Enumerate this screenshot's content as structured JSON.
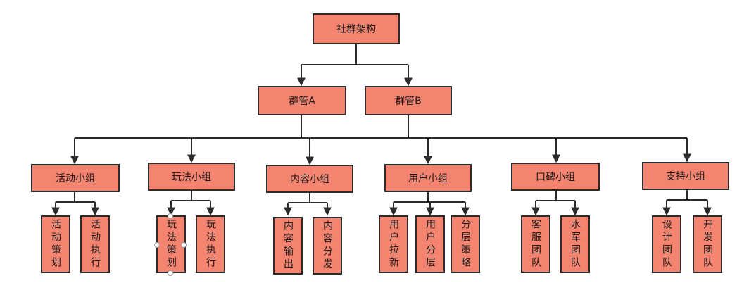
{
  "diagram": {
    "root": "社群架构",
    "managers": [
      "群管A",
      "群管B"
    ],
    "groups": [
      {
        "name": "活动小组",
        "children": [
          "活动策划",
          "活动执行"
        ]
      },
      {
        "name": "玩法小组",
        "children": [
          "玩法策划",
          "玩法执行"
        ]
      },
      {
        "name": "内容小组",
        "children": [
          "内容输出",
          "内容分发"
        ]
      },
      {
        "name": "用户小组",
        "children": [
          "用户拉新",
          "用户分层",
          "分层策略"
        ]
      },
      {
        "name": "口碑小组",
        "children": [
          "客服团队",
          "水军团队"
        ]
      },
      {
        "name": "支持小组",
        "children": [
          "设计团队",
          "开发团队"
        ]
      }
    ]
  },
  "colors": {
    "node_fill": "#f4846f",
    "stroke": "#2b2b2b"
  }
}
